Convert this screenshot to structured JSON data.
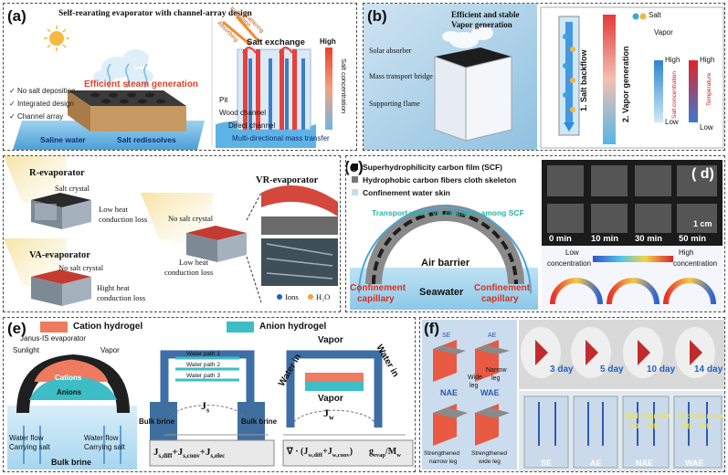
{
  "panel_a": {
    "label": "(a)",
    "title": "Self-rearating evaporator with channel-array design",
    "checklist": [
      "No salt deposition",
      "Integrated design",
      "Channel array"
    ],
    "steam": "Efficient steam generation",
    "saline": "Saline water",
    "redissolve": "Salt redissolves",
    "salt_exchange": "Salt exchange",
    "irradiation": "Irradiation",
    "absorbing": "Absorbing",
    "scattering": "Scattering",
    "pit": "Pit",
    "wood_channel": "Wood channel",
    "direct_channel": "Direct channel",
    "multi": "Multi-directional mass transfer",
    "high": "High",
    "salt_conc": "Salt concentration"
  },
  "panel_b": {
    "label": "(b)",
    "title1": "Efficient and stable",
    "title2": "Vapor generation",
    "solar": "Solar absorber",
    "mass": "Mass transport bridge",
    "support": "Supporting flame",
    "backflow": "1. Salt backflow",
    "vaporgen": "2. Vapor generation",
    "salt": "Salt",
    "vapor": "Vapor",
    "high1": "High",
    "high2": "High",
    "low1": "Low",
    "low2": "Low",
    "salt_conc": "Salt concentration",
    "temperature": "Temperature"
  },
  "panel_left_mid": {
    "r_title": "R-evaporator",
    "r_crystal": "Salt crystal",
    "r_loss1": "Low heat",
    "r_loss2": "conduction loss",
    "va_title": "VA-evaporator",
    "va_crystal": "No salt crystal",
    "va_loss1": "Hight heat",
    "va_loss2": "conduction loss",
    "vr_title": "VR-evaporator",
    "vr_crystal": "No salt crystal",
    "vr_loss1": "Low heat",
    "vr_loss2": "conduction loss",
    "ions": "Ions",
    "h2o": "H₂O"
  },
  "panel_c": {
    "label": "(c)",
    "legend": [
      "Superhydrophilicity carbon film (SCF)",
      "Hydrophobic carbon fibers cloth skeleton",
      "Confinement water skin"
    ],
    "transport": "Transport water via channels among SCF",
    "air": "Air barrier",
    "cap_left1": "Confinement",
    "cap_left2": "capillary",
    "seawater": "Seawater",
    "cap_right1": "Confinement",
    "cap_right2": "capillary",
    "times": [
      "0 min",
      "10 min",
      "30 min",
      "50 min"
    ],
    "scale": "1 cm",
    "low": "Low",
    "high": "High",
    "conc_left": "concentration",
    "conc_right": "concentration",
    "d_label": "( d)"
  },
  "panel_e": {
    "label": "(e)",
    "cation": "Cation hydrogel",
    "anion": "Anion hydrogel",
    "janus": "Janus-IS evaporator",
    "sunlight": "Sunlight",
    "vapor_left": "Vapor",
    "cations": "Cations",
    "anions": "Anions",
    "water_flow1": "Water flow",
    "carrying1": "Carrying salt",
    "water_flow2": "Water flow",
    "carrying2": "Carrying salt",
    "bulk": "Bulk brine",
    "paths": [
      "Water path 1",
      "Water path 2",
      "Water path 3"
    ],
    "bulk_l": "Bulk brine",
    "bulk_r": "Bulk brine",
    "js": "J",
    "js_sub": "s",
    "js_formula": "J",
    "vapor_top": "Vapor",
    "vapor_mid": "Vapor",
    "water_in_l": "Water in",
    "water_in_r": "Water in",
    "jw": "J",
    "jw_sub": "w",
    "jw_formula": "∇ · (J",
    "gevap": "g",
    "cation_color": "#ee7a5f",
    "anion_color": "#3dbdc6"
  },
  "panel_f": {
    "label": "(f)",
    "se": "SE",
    "ae": "AE",
    "wide1": "Wide",
    "leg1": "leg",
    "narrow1": "Narrow",
    "leg2": "leg",
    "nae": "NAE",
    "wae": "WAE",
    "strength1a": "Strengthened",
    "strength1b": "narrow leg",
    "strength2a": "Strengthened",
    "strength2b": "wide leg",
    "days": [
      "3 day",
      "5 day",
      "10 day",
      "14 day"
    ],
    "bottles": [
      "SE",
      "AE",
      "NAE",
      "WAE"
    ],
    "wide_leg": "Wide Narrow",
    "leg_leg": "leg    leg",
    "wide_leg2": "Wide Narrow",
    "leg_leg2": "leg    leg"
  }
}
